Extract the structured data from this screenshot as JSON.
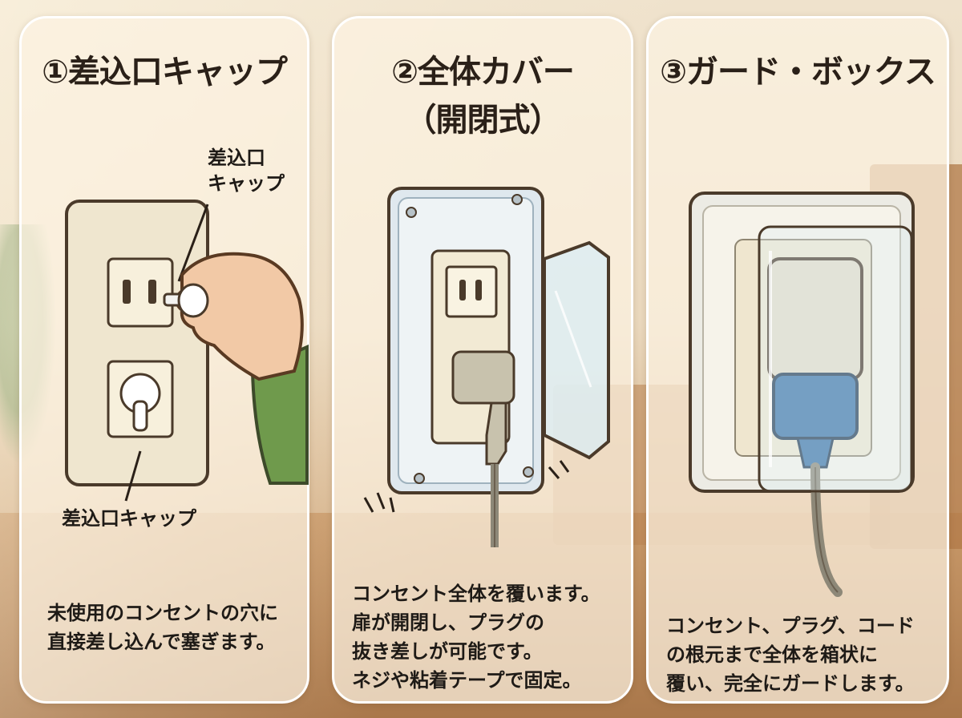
{
  "panels": [
    {
      "title": "①差込口キャップ",
      "label_top": "差込口\nキャップ",
      "label_bottom": "差込口キャップ",
      "description": "未使用のコンセントの穴に\n直接差し込んで塞ぎます。"
    },
    {
      "title_line1": "②全体カバー",
      "title_line2": "（開閉式）",
      "description": "コンセント全体を覆います。\n扉が開閉し、プラグの\n抜き差しが可能です。\nネジや粘着テープで固定。"
    },
    {
      "title": "③ガード・ボックス",
      "description": "コンセント、プラグ、コード\nの根元まで全体を箱状に\n覆い、完全にガードします。"
    }
  ],
  "colors": {
    "panel_border": "#ffffff",
    "text": "#1e1a16",
    "outlet_plate": "#efe6cf",
    "sleeve_green": "#6f9a4c",
    "skin": "#f2c9a6",
    "plug_blue": "#3d74a8",
    "plug_gray": "#8d8878"
  },
  "icons": [
    "outlet-cap-icon",
    "hand-icon",
    "hinged-cover-icon",
    "plug-icon",
    "guard-box-icon"
  ]
}
